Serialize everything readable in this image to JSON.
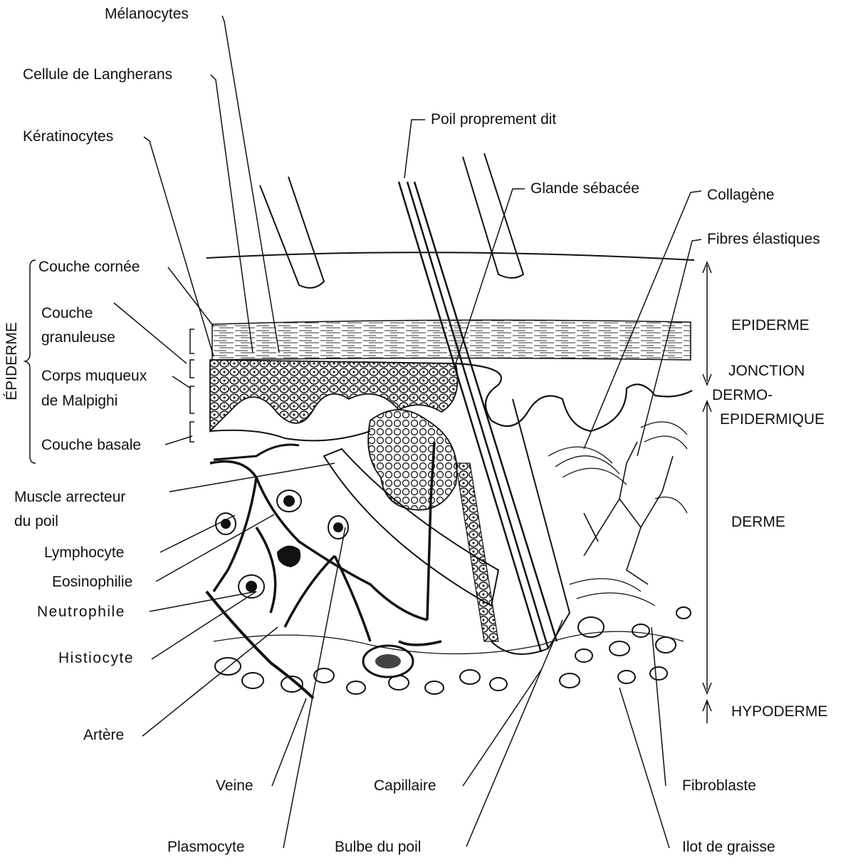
{
  "labels": {
    "melanocytes": "Mélanocytes",
    "langherans": "Cellule de Langherans",
    "keratinocytes": "Kératinocytes",
    "poil": "Poil proprement dit",
    "glande": "Glande sébacée",
    "collagene": "Collagène",
    "fibres": "Fibres élastiques",
    "couche_cornee": "Couche cornée",
    "couche_granuleuse_1": "Couche",
    "couche_granuleuse_2": "granuleuse",
    "corps_muqueux_1": "Corps muqueux",
    "corps_muqueux_2": "de Malpighi",
    "couche_basale": "Couche basale",
    "epiderme_side": "ÉPIDERME",
    "muscle_1": "Muscle arrecteur",
    "muscle_2": "du poil",
    "lymphocyte": "Lymphocyte",
    "eosinophilie": "Eosinophilie",
    "neutrophile": "Neutrophile",
    "histiocyte": "Histiocyte",
    "artere": "Artère",
    "veine": "Veine",
    "capillaire": "Capillaire",
    "plasmocyte": "Plasmocyte",
    "bulbe": "Bulbe du poil",
    "fibroblaste": "Fibroblaste",
    "ilot": "Ilot de graisse"
  },
  "zones": {
    "epiderme": "EPIDERME",
    "jonction_1": "JONCTION",
    "jonction_2": "DERMO-",
    "jonction_3": "EPIDERMIQUE",
    "derme": "DERME",
    "hypoderme": "HYPODERME"
  }
}
